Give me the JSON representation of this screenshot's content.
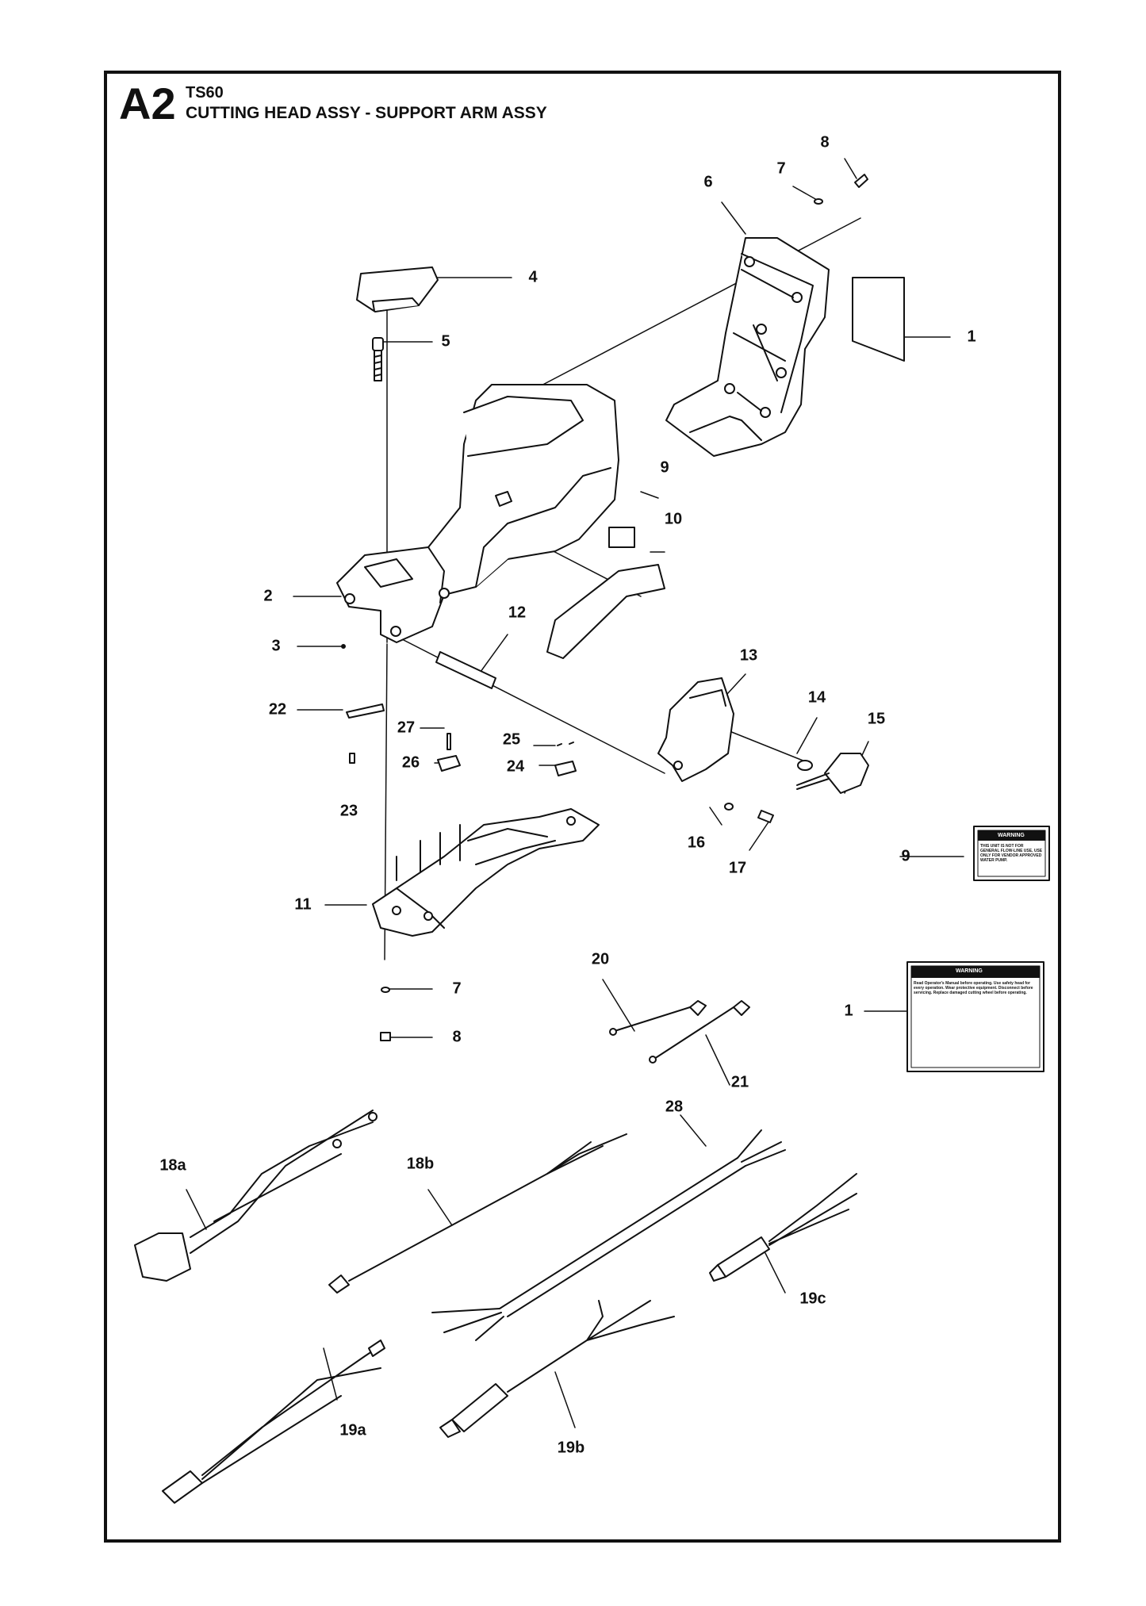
{
  "header": {
    "code": "A2",
    "model": "TS60",
    "title": "CUTTING HEAD ASSY - SUPPORT ARM ASSY"
  },
  "callouts": [
    {
      "id": "8"
    },
    {
      "id": "7"
    },
    {
      "id": "6"
    },
    {
      "id": "4"
    },
    {
      "id": "5"
    },
    {
      "id": "1"
    },
    {
      "id": "9"
    },
    {
      "id": "10"
    },
    {
      "id": "2"
    },
    {
      "id": "12"
    },
    {
      "id": "3"
    },
    {
      "id": "13"
    },
    {
      "id": "14"
    },
    {
      "id": "15"
    },
    {
      "id": "22"
    },
    {
      "id": "27"
    },
    {
      "id": "25"
    },
    {
      "id": "26"
    },
    {
      "id": "24"
    },
    {
      "id": "23"
    },
    {
      "id": "16"
    },
    {
      "id": "17"
    },
    {
      "id": "9"
    },
    {
      "id": "11"
    },
    {
      "id": "20"
    },
    {
      "id": "1"
    },
    {
      "id": "7"
    },
    {
      "id": "8"
    },
    {
      "id": "21"
    },
    {
      "id": "28"
    },
    {
      "id": "18a"
    },
    {
      "id": "18b"
    },
    {
      "id": "19c"
    },
    {
      "id": "19a"
    },
    {
      "id": "19b"
    }
  ],
  "labels": {
    "warning_small_title": "WARNING",
    "warning_small_text": "THIS UNIT IS NOT FOR GENERAL FLOW-LINE USE, USE ONLY FOR VENDOR APPROVED WATER PUMP.",
    "warning_large_title": "WARNING",
    "warning_large_text": "Read Operator's Manual before operating. Use safety head for every operation. Wear protective equipment. Disconnect before servicing. Replace damaged cutting wheel before operating."
  }
}
